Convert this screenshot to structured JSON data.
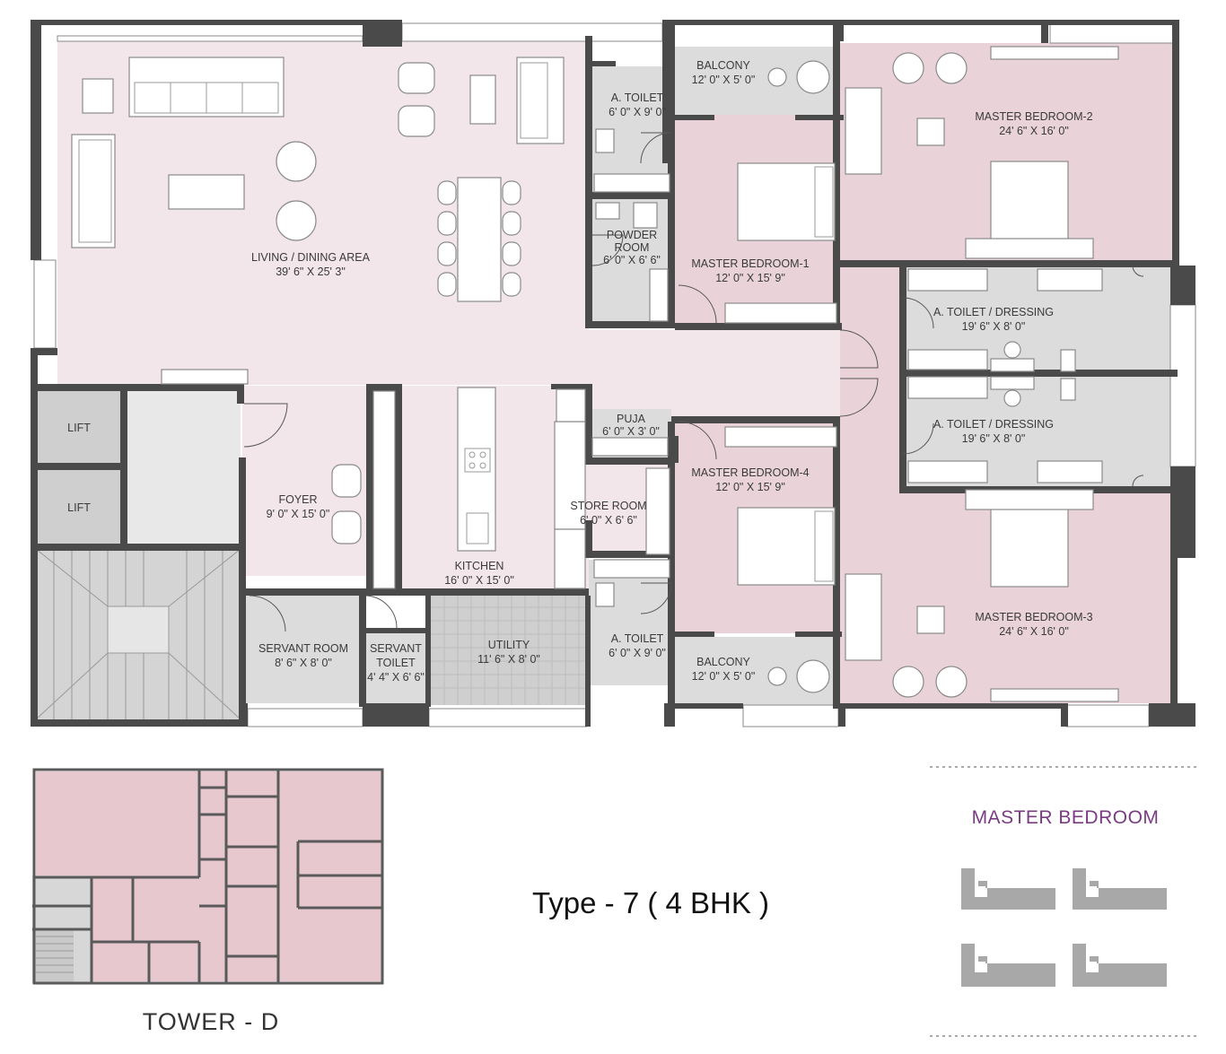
{
  "colors": {
    "wall": "#4a4a4a",
    "living_fill": "#f2e6ea",
    "bedroom_fill": "#e9d3d9",
    "service_fill": "#dcdcdc",
    "utility_fill": "#cfcfcf",
    "keyplan_fill": "#e7c8cf",
    "legend_accent": "#7a3b82"
  },
  "rooms": {
    "living": {
      "name": "LIVING / DINING AREA",
      "size": "39' 6\" X 25' 3\""
    },
    "atoilet_top": {
      "name": "A. TOILET",
      "size": "6' 0\" X 9' 0\""
    },
    "powder": {
      "name1": "POWDER",
      "name2": "ROOM",
      "size": "6' 0\" X 6' 6\""
    },
    "balcony_top": {
      "name": "BALCONY",
      "size": "12' 0\" X 5' 0\""
    },
    "mbr1": {
      "name": "MASTER BEDROOM-1",
      "size": "12' 0\" X 15' 9\""
    },
    "mbr2": {
      "name": "MASTER BEDROOM-2",
      "size": "24' 6\" X 16' 0\""
    },
    "dress_top": {
      "name": "A. TOILET / DRESSING",
      "size": "19' 6\" X 8' 0\""
    },
    "dress_bottom": {
      "name": "A. TOILET / DRESSING",
      "size": "19' 6\" X 8' 0\""
    },
    "lift1": {
      "name": "LIFT"
    },
    "lift2": {
      "name": "LIFT"
    },
    "foyer": {
      "name": "FOYER",
      "size": "9' 0\" X 15' 0\""
    },
    "kitchen": {
      "name": "KITCHEN",
      "size": "16' 0\" X 15' 0\""
    },
    "puja": {
      "name": "PUJA",
      "size": "6' 0\" X 3' 0\""
    },
    "store": {
      "name": "STORE ROOM",
      "size": "6' 0\" X 6' 6\""
    },
    "mbr4": {
      "name": "MASTER BEDROOM-4",
      "size": "12' 0\" X 15' 9\""
    },
    "mbr3": {
      "name": "MASTER BEDROOM-3",
      "size": "24' 6\" X 16' 0\""
    },
    "servant_room": {
      "name": "SERVANT ROOM",
      "size": "8' 6\" X 8' 0\""
    },
    "servant_toilet": {
      "name1": "SERVANT",
      "name2": "TOILET",
      "size": "4' 4\" X 6' 6\""
    },
    "utility": {
      "name": "UTILITY",
      "size": "11' 6\" X 8' 0\""
    },
    "atoilet_bottom": {
      "name": "A. TOILET",
      "size": "6' 0\" X 9' 0\""
    },
    "balcony_bottom": {
      "name": "BALCONY",
      "size": "12' 0\" X 5' 0\""
    }
  },
  "type_title": "Type - 7 ( 4 BHK )",
  "tower_title": "TOWER - D",
  "legend_title": "MASTER BEDROOM",
  "legend_icon": "sofa-icon"
}
